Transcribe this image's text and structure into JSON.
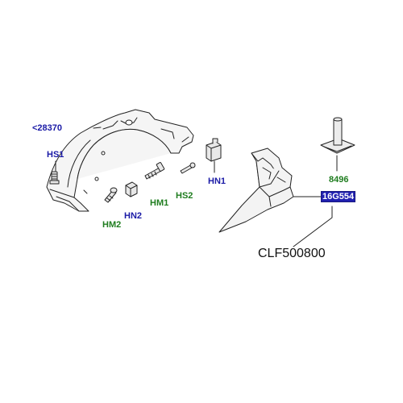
{
  "diagram": {
    "reference_code": "CLF500800",
    "callouts": {
      "fender_liner_ref": "<28370",
      "hs1": "HS1",
      "hm2": "HM2",
      "hn2": "HN2",
      "hm1": "HM1",
      "hs2": "HS2",
      "hn1": "HN1",
      "stud_8496": "8496",
      "splash_shield": "16G554"
    },
    "colors": {
      "callout_part": "#1a1aa6",
      "callout_fastener": "#1f7d1f",
      "selected_bg": "#2020b0"
    }
  }
}
